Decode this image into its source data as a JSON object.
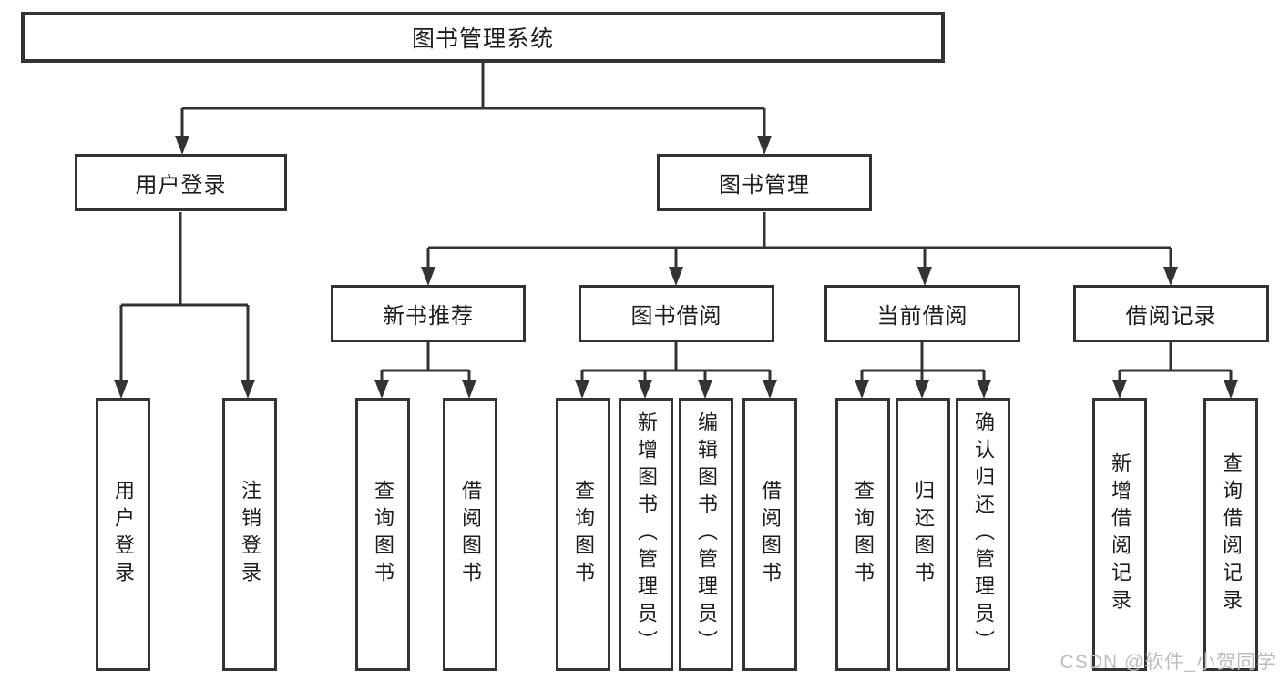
{
  "colors": {
    "line": "#333333",
    "box_border": "#333333",
    "text": "#1c1c1c",
    "background": "#ffffff",
    "watermark": "#bdbdbd"
  },
  "watermark": {
    "text": "CSDN @软件_小贺同学"
  },
  "tree": {
    "root": {
      "label": "图书管理系统"
    },
    "branches": [
      {
        "label": "用户登录",
        "children": [
          {
            "label": "用户登录"
          },
          {
            "label": "注销登录"
          }
        ]
      },
      {
        "label": "图书管理",
        "children": [
          {
            "label": "新书推荐",
            "children": [
              {
                "label": "查询图书"
              },
              {
                "label": "借阅图书"
              }
            ]
          },
          {
            "label": "图书借阅",
            "children": [
              {
                "label": "查询图书"
              },
              {
                "label": "新增图书（管理员）"
              },
              {
                "label": "编辑图书（管理员）"
              },
              {
                "label": "借阅图书"
              }
            ]
          },
          {
            "label": "当前借阅",
            "children": [
              {
                "label": "查询图书"
              },
              {
                "label": "归还图书"
              },
              {
                "label": "确认归还（管理员）"
              }
            ]
          },
          {
            "label": "借阅记录",
            "children": [
              {
                "label": "新增借阅记录"
              },
              {
                "label": "查询借阅记录"
              }
            ]
          }
        ]
      }
    ]
  }
}
